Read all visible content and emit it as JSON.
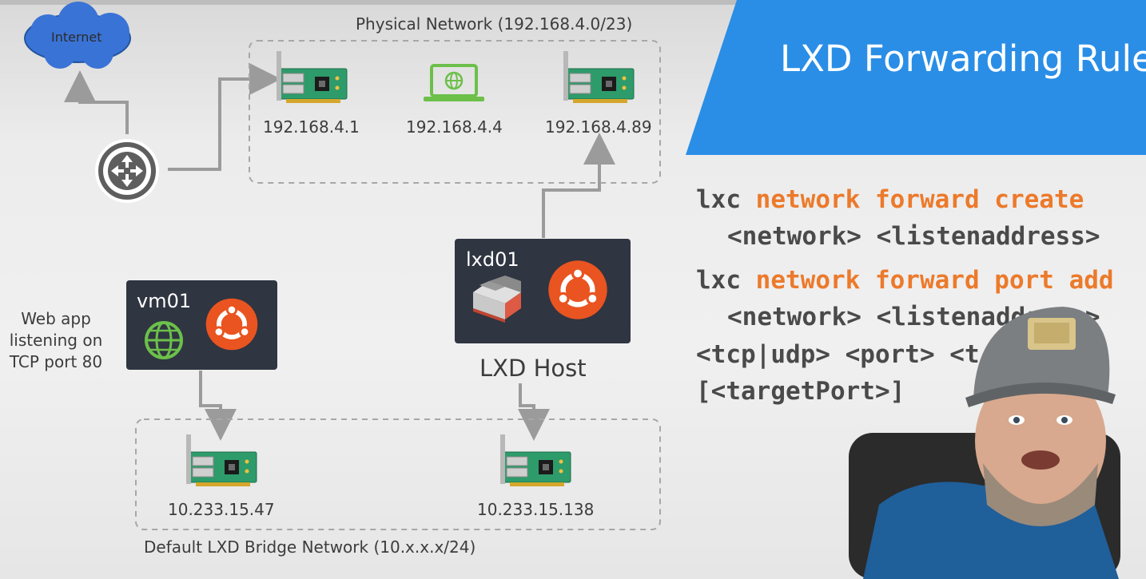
{
  "physical_network": {
    "title": "Physical Network (192.168.4.0/23)",
    "nodes": [
      {
        "ip": "192.168.4.1",
        "icon": "network-card-icon"
      },
      {
        "ip": "192.168.4.4",
        "icon": "laptop-globe-icon"
      },
      {
        "ip": "192.168.4.89",
        "icon": "network-card-icon"
      }
    ]
  },
  "internet": {
    "label": "Internet"
  },
  "router": {
    "icon": "router-icon"
  },
  "vm01": {
    "title": "vm01",
    "icons": [
      "globe-icon",
      "ubuntu-icon"
    ]
  },
  "lxd01": {
    "title": "lxd01",
    "icons": [
      "lxd-cube-icon",
      "ubuntu-icon"
    ],
    "caption": "LXD Host"
  },
  "web_app": {
    "lines": [
      "Web app",
      "listening on",
      "TCP port 80"
    ]
  },
  "bridge_network": {
    "title": "Default LXD Bridge Network (10.x.x.x/24)",
    "nodes": [
      {
        "ip": "10.233.15.47",
        "icon": "network-card-icon"
      },
      {
        "ip": "10.233.15.138",
        "icon": "network-card-icon"
      }
    ]
  },
  "slide": {
    "title": "LXD Forwarding Rule",
    "commands": {
      "c1_prefix": "lxc",
      "c1_keywords": "network forward create",
      "c1_args": "<network> <listenaddress>",
      "c2_prefix": "lxc",
      "c2_keywords": "network forward port add",
      "c2_args_line1": "<network> <listenaddress>",
      "c2_args_line2": "<tcp|udp> <port> <t",
      "c2_args_line3": "[<targetPort>]"
    }
  },
  "colors": {
    "accent_orange": "#ec7a2b",
    "banner_blue": "#2a8ee6",
    "box_dark": "#2f3541",
    "cloud_blue": "#3a73d6",
    "nic_green": "#2e9b6a",
    "globe_green": "#6cc04a",
    "ubuntu_orange": "#e95420"
  }
}
